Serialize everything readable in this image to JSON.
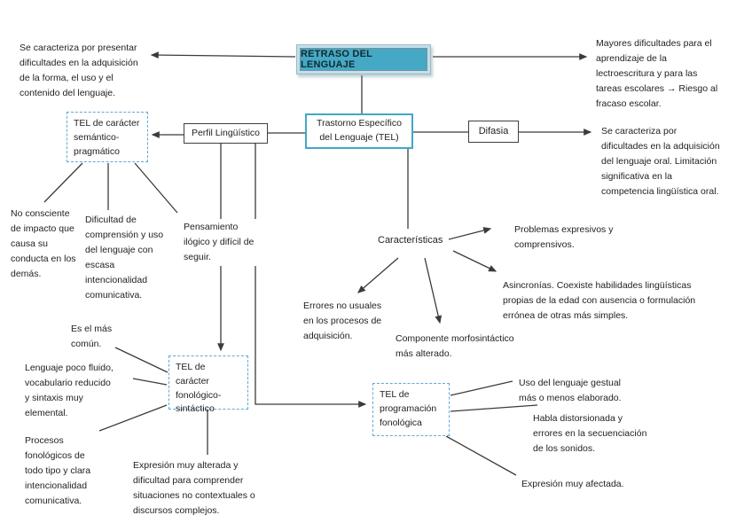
{
  "diagram": {
    "title": "RETRASO DEL LENGUAJE",
    "colors": {
      "teal_fill": "#45a9c5",
      "teal_box_border": "#41a8c8",
      "title_frame": "#bfe0ec",
      "dashed_border": "#5fa8d8",
      "connector": "#3b3b3b",
      "text": "#1f1f1f"
    },
    "nodes": {
      "retraso": "RETRASO DEL LENGUAJE",
      "trastorno": "Trastorno Específico\ndel Lenguaje (TEL)",
      "perfil": "Perfil Lingüístico",
      "difasia": "Difasia",
      "semantico": "TEL de carácter\nsemántico-\npragmático",
      "fonologico": "TEL de carácter\nfonológico-\nsintáctico",
      "programacion": "TEL de\nprogramación\nfonológica",
      "caracteristicas": "Características"
    },
    "texts": {
      "presentar": "Se caracteriza por presentar\ndificultades en la adquisición\nde la forma, el uso y el\ncontenido del lenguaje.",
      "mayores": "Mayores dificultades para el\naprendizaje de la\nlectroescritura y para las\ntareas escolares → Riesgo al\nfracaso escolar.",
      "oral": "Se caracteriza por\ndificultades en la adquisición\ndel lenguaje oral. Limitación\nsignificativa en la\ncompetencia lingüística oral.",
      "no_consciente": "No consciente\nde impacto que\ncausa su\nconducta en los\ndemás.",
      "dificultad": "Dificultad de\ncomprensión y uso\ndel lenguaje con\nescasa\nintencionalidad\ncomunicativa.",
      "pensamiento": "Pensamiento\nilógico y difícil de\nseguir.",
      "problemas": "Problemas expresivos y\ncomprensivos.",
      "asincronias": "Asincronías. Coexiste habilidades lingüísticas\npropias de la edad con ausencia o formulación\nerrónea de otras más simples.",
      "errores": "Errores no usuales\nen los procesos de\nadquisición.",
      "componente": "Componente morfosintáctico\nmás alterado.",
      "es_el_mas": "Es el más\ncomún.",
      "lenguaje_poco": "Lenguaje poco fluido,\nvocabulario reducido\ny sintaxis muy\nelemental.",
      "procesos": "Procesos\nfonológicos de\ntodo tipo y clara\nintencionalidad\ncomunicativa.",
      "expresion_alterada": "Expresión muy alterada y\ndificultad para comprender\nsituaciones no contextuales o\ndiscursos complejos.",
      "uso_gestual": "Uso del lenguaje gestual\nmás o menos elaborado.",
      "habla": "Habla distorsionada y\nerrores en la secuenciación\nde los sonidos.",
      "expresion_afectada": "Expresión muy afectada."
    }
  }
}
